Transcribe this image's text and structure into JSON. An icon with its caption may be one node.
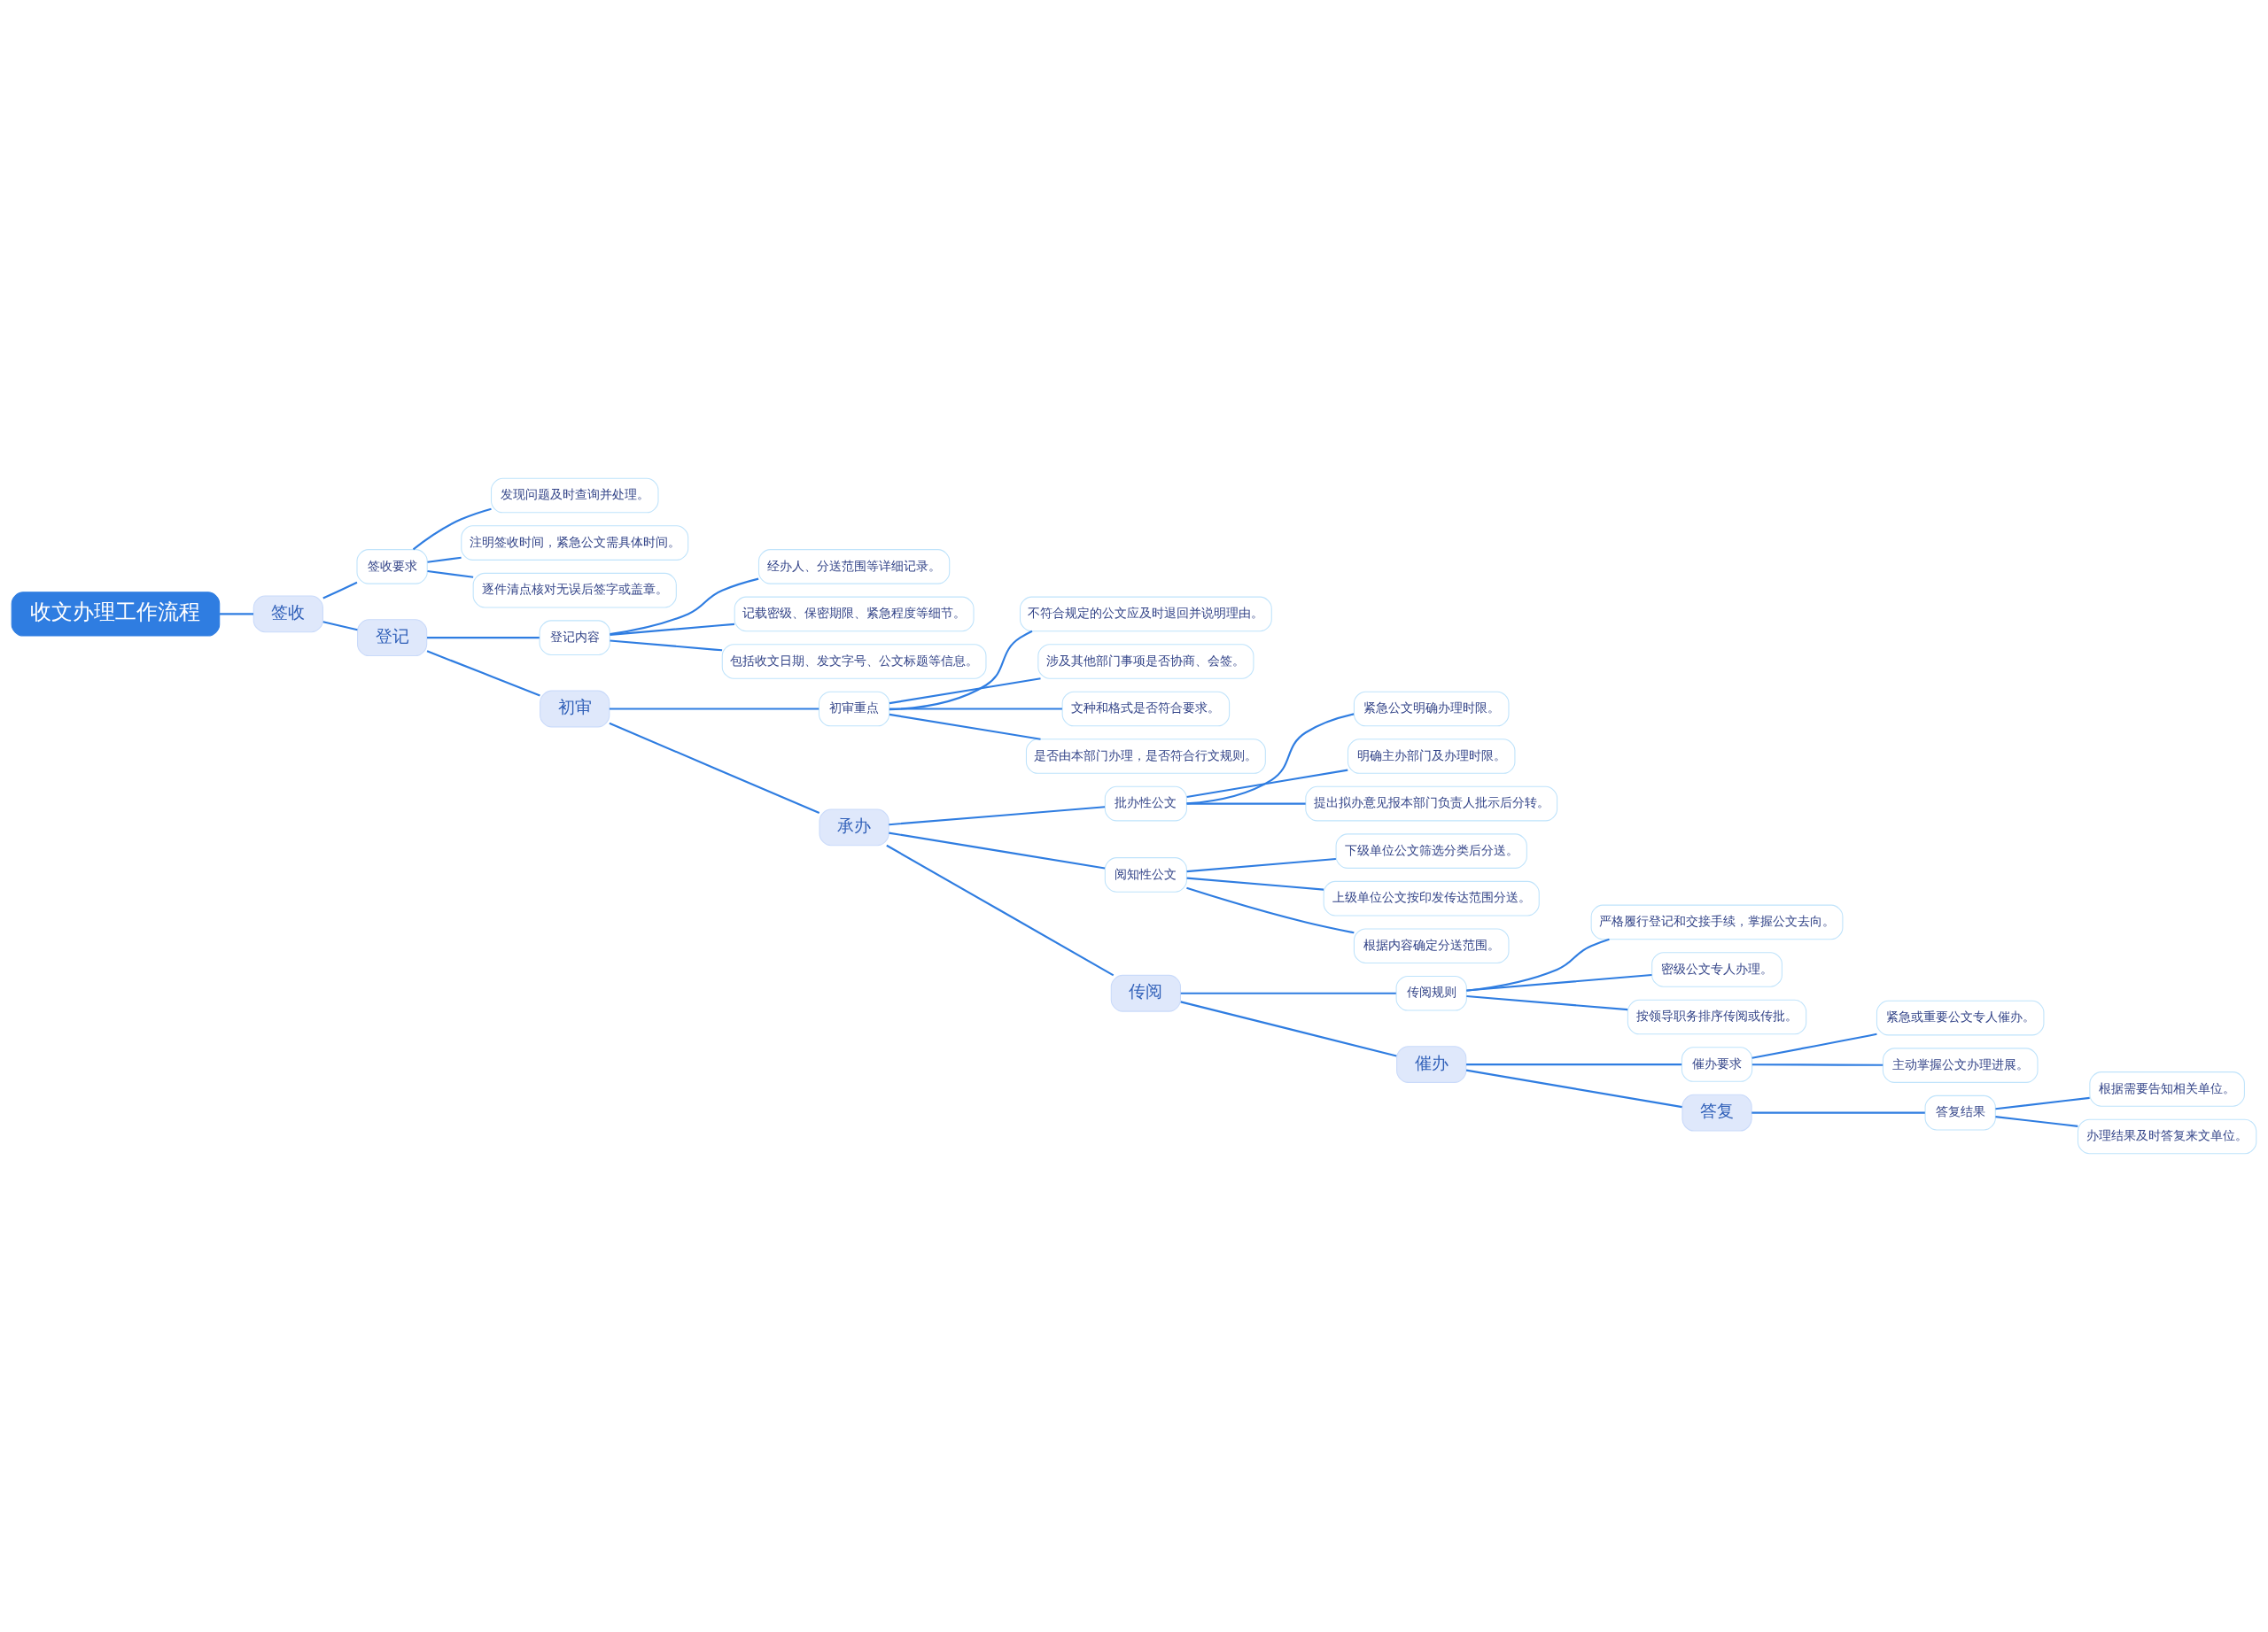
{
  "diagram": {
    "nodes": [
      {
        "text": [
          "收文办理工作流程"
        ]
      },
      {
        "text": [
          "签收"
        ]
      },
      {
        "text": [
          "签收要求"
        ]
      },
      {
        "text": [
          "发现问题及时查询并处理。"
        ]
      },
      {
        "text": [
          "注明签收时间，紧急公文需具体时间。"
        ]
      },
      {
        "text": [
          "逐件清点核对无误后签字或盖章。"
        ]
      },
      {
        "text": [
          "登记"
        ]
      },
      {
        "text": [
          "登记内容"
        ]
      },
      {
        "text": [
          "经办人、分送范围等详细记录。"
        ]
      },
      {
        "text": [
          "记载密级、保密期限、紧急程度等细节。"
        ]
      },
      {
        "text": [
          "包括收文日期、发文字号、公文标题等信息。"
        ]
      },
      {
        "text": [
          "初审"
        ]
      },
      {
        "text": [
          "初审重点"
        ]
      },
      {
        "text": [
          "不符合规定的公文应及时退回并说明理由。"
        ]
      },
      {
        "text": [
          "涉及其他部门事项是否协商、会签。"
        ]
      },
      {
        "text": [
          "文种和格式是否符合要求。"
        ]
      },
      {
        "text": [
          "是否由本部门办理，是否符合行文规则。"
        ]
      },
      {
        "text": [
          "承办"
        ]
      },
      {
        "text": [
          "批办性公文"
        ]
      },
      {
        "text": [
          "紧急公文明确办理时限。"
        ]
      },
      {
        "text": [
          "明确主办部门及办理时限。"
        ]
      },
      {
        "text": [
          "提出拟办意见报本部门负责人批示后分转。"
        ]
      },
      {
        "text": [
          "阅知性公文"
        ]
      },
      {
        "text": [
          "下级单位公文筛选分类后分送。"
        ]
      },
      {
        "text": [
          "上级单位公文按印发传达范围分送。"
        ]
      },
      {
        "text": [
          "根据内容确定分送范围。"
        ]
      },
      {
        "text": [
          "传阅"
        ]
      },
      {
        "text": [
          "传阅规则"
        ]
      },
      {
        "text": [
          "严格履行登记和交接手续，掌握公文去向。"
        ]
      },
      {
        "text": [
          "密级公文专人办理。"
        ]
      },
      {
        "text": [
          "按领导职务排序传阅或传批。"
        ]
      },
      {
        "text": [
          "催办"
        ]
      },
      {
        "text": [
          "催办要求"
        ]
      },
      {
        "text": [
          "紧急或重要公文专人催办。"
        ]
      },
      {
        "text": [
          "主动掌握公文办理进展。"
        ]
      },
      {
        "text": [
          "答复"
        ]
      },
      {
        "text": [
          "答复结果"
        ]
      },
      {
        "text": [
          "根据需要告知相关单位。"
        ]
      },
      {
        "text": [
          "办理结果及时答复来文单位。"
        ]
      }
    ],
    "edges": [
      {
        "from": 0,
        "to": 1,
        "arrow": "none"
      },
      {
        "from": 1,
        "to": 6,
        "arrow": "none"
      },
      {
        "from": 6,
        "to": 11,
        "arrow": "none"
      },
      {
        "from": 11,
        "to": 17,
        "arrow": "none"
      },
      {
        "from": 17,
        "to": 26,
        "arrow": "none"
      },
      {
        "from": 26,
        "to": 31,
        "arrow": "none"
      },
      {
        "from": 31,
        "to": 35,
        "arrow": "none"
      },
      {
        "from": 1,
        "to": 2,
        "arrow": "none"
      },
      {
        "from": 2,
        "to": 3,
        "arrow": "none"
      },
      {
        "from": 2,
        "to": 4,
        "arrow": "none"
      },
      {
        "from": 2,
        "to": 5,
        "arrow": "none"
      },
      {
        "from": 6,
        "to": 7,
        "arrow": "none"
      },
      {
        "from": 7,
        "to": 8,
        "arrow": "none"
      },
      {
        "from": 7,
        "to": 9,
        "arrow": "none"
      },
      {
        "from": 7,
        "to": 10,
        "arrow": "none"
      },
      {
        "from": 11,
        "to": 12,
        "arrow": "none"
      },
      {
        "from": 12,
        "to": 13,
        "arrow": "none"
      },
      {
        "from": 12,
        "to": 14,
        "arrow": "none"
      },
      {
        "from": 12,
        "to": 15,
        "arrow": "none"
      },
      {
        "from": 12,
        "to": 16,
        "arrow": "none"
      },
      {
        "from": 17,
        "to": 18,
        "arrow": "none"
      },
      {
        "from": 18,
        "to": 19,
        "arrow": "none"
      },
      {
        "from": 18,
        "to": 20,
        "arrow": "none"
      },
      {
        "from": 18,
        "to": 21,
        "arrow": "none"
      },
      {
        "from": 17,
        "to": 22,
        "arrow": "none"
      },
      {
        "from": 22,
        "to": 23,
        "arrow": "none"
      },
      {
        "from": 22,
        "to": 24,
        "arrow": "none"
      },
      {
        "from": 22,
        "to": 25,
        "arrow": "none"
      },
      {
        "from": 26,
        "to": 27,
        "arrow": "none"
      },
      {
        "from": 27,
        "to": 28,
        "arrow": "none"
      },
      {
        "from": 27,
        "to": 29,
        "arrow": "none"
      },
      {
        "from": 27,
        "to": 30,
        "arrow": "none"
      },
      {
        "from": 31,
        "to": 32,
        "arrow": "none"
      },
      {
        "from": 32,
        "to": 33,
        "arrow": "none"
      },
      {
        "from": 32,
        "to": 34,
        "arrow": "none"
      },
      {
        "from": 35,
        "to": 36,
        "arrow": "none"
      },
      {
        "from": 36,
        "to": 37,
        "arrow": "none"
      },
      {
        "from": 36,
        "to": 38,
        "arrow": "none"
      }
    ]
  }
}
